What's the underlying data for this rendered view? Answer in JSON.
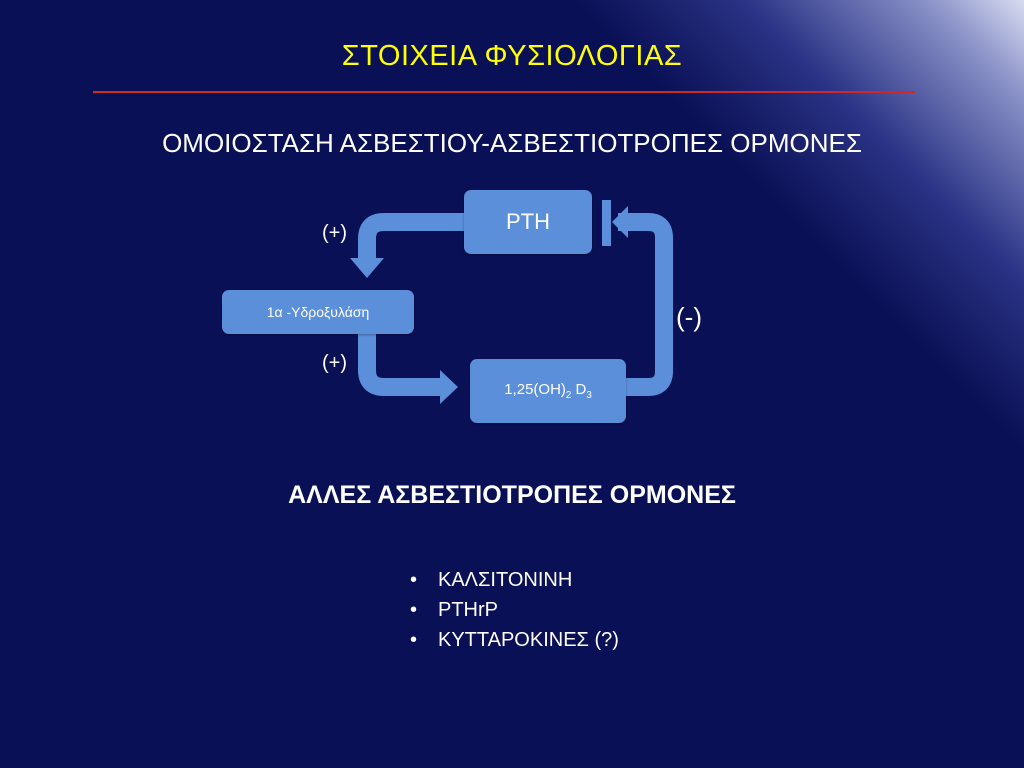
{
  "slide": {
    "title": "ΣΤΟΙΧΕΙΑ ΦΥΣΙΟΛΟΓΙΑΣ",
    "subtitle": "ΟΜΟΙΟΣΤΑΣΗ ΑΣΒΕΣΤΙΟΥ-ΑΣΒΕΣΤΙΟΤΡΟΠΕΣ ΟΡΜΟΝΕΣ",
    "section_heading": "ΑΛΛΕΣ ΑΣΒΕΣΤΙΟΤΡΟΠΕΣ ΟΡΜΟΝΕΣ",
    "bullet_glyph": "•",
    "bullets": [
      "ΚΑΛΣΙΤΟΝΙΝΗ",
      "PTHrP",
      "ΚΥΤΤΑΡΟΚΙΝΕΣ (?)"
    ]
  },
  "diagram": {
    "nodes": {
      "pth": "PTH",
      "hydroxylase": "1α -Υδροξυλάση",
      "vitd_prefix": "1,25(OH)",
      "vitd_sub1": "2",
      "vitd_mid": " D",
      "vitd_sub2": "3"
    },
    "edges": {
      "pth_to_hydroxylase": "(+)",
      "hydroxylase_to_vitd": "(+)",
      "vitd_to_pth": "(-)"
    }
  },
  "colors": {
    "background": "#0a1055",
    "title": "#ffff00",
    "rule": "#d02828",
    "box": "#5b8fd9",
    "arrow": "#5b8fd9"
  }
}
